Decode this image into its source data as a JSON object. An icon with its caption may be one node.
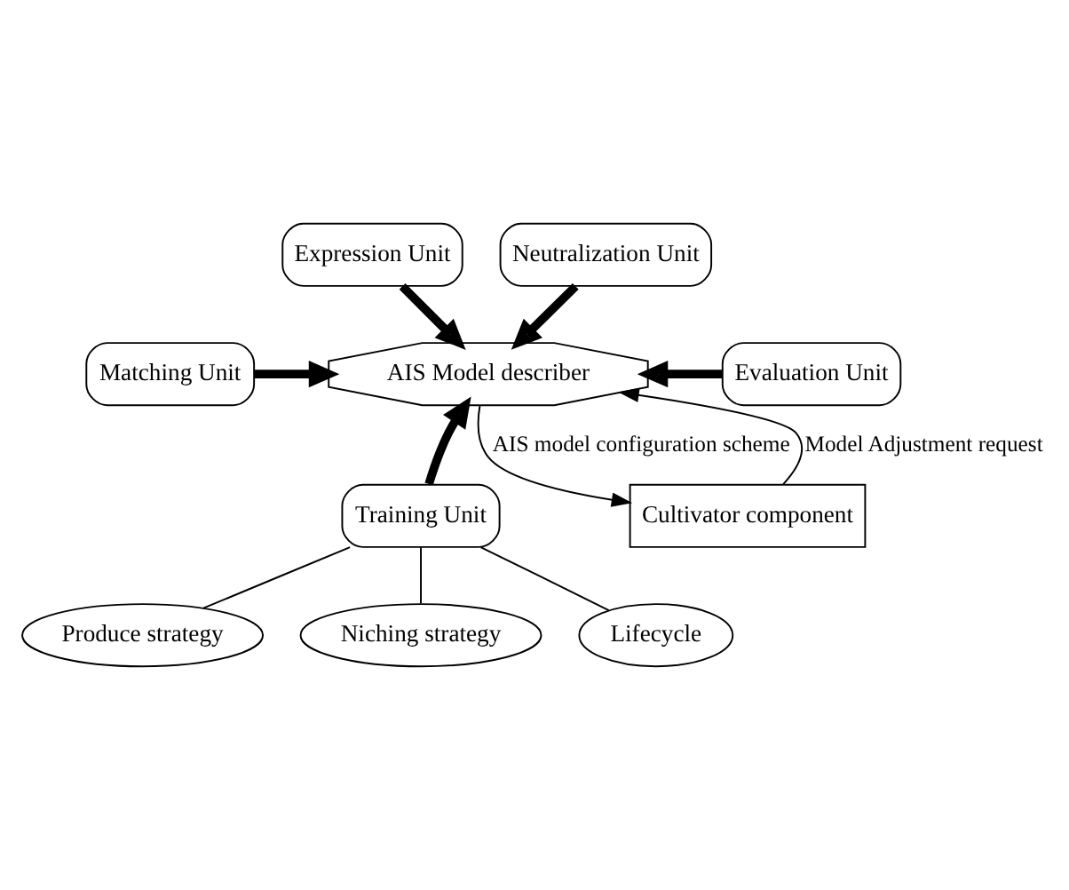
{
  "diagram": {
    "nodes": [
      {
        "text": [
          "Expression Unit"
        ]
      },
      {
        "text": [
          "Neutralization Unit"
        ]
      },
      {
        "text": [
          "Matching Unit"
        ]
      },
      {
        "text": [
          "AIS Model describer"
        ]
      },
      {
        "text": [
          "Evaluation Unit"
        ]
      },
      {
        "text": [
          "Training Unit"
        ]
      },
      {
        "text": [
          "Produce strategy"
        ]
      },
      {
        "text": [
          "Niching strategy"
        ]
      },
      {
        "text": [
          "Lifecycle"
        ]
      },
      {
        "text": [
          "Cultivator component"
        ]
      }
    ],
    "edges": [
      {
        "from": 0,
        "to": 3,
        "arrow": "to",
        "style": "thick"
      },
      {
        "from": 1,
        "to": 3,
        "arrow": "to",
        "style": "thick"
      },
      {
        "from": 2,
        "to": 3,
        "arrow": "to",
        "style": "thick"
      },
      {
        "from": 4,
        "to": 3,
        "arrow": "to",
        "style": "thick"
      },
      {
        "from": 5,
        "to": 3,
        "arrow": "to",
        "style": "thick"
      },
      {
        "from": 5,
        "to": 6,
        "arrow": "none"
      },
      {
        "from": 5,
        "to": 7,
        "arrow": "none"
      },
      {
        "from": 5,
        "to": 8,
        "arrow": "none"
      },
      {
        "from": 3,
        "to": 9,
        "arrow": "to",
        "label": "AIS model configuration scheme"
      },
      {
        "from": 9,
        "to": 3,
        "arrow": "to",
        "label": "Model Adjustment request"
      }
    ]
  }
}
